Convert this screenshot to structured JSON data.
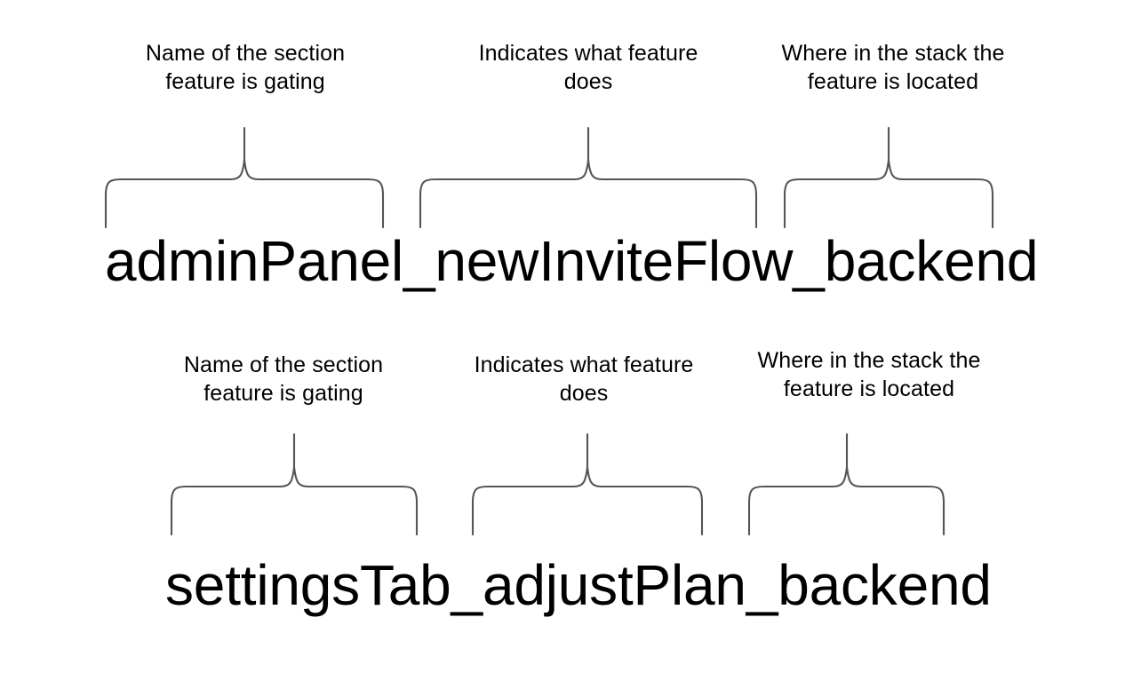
{
  "page": {
    "background_color": "#ffffff",
    "text_color": "#000000",
    "brace_color": "#555555"
  },
  "examples": [
    {
      "id": "example-1",
      "feature_flag": "adminPanel_newInviteFlow_backend",
      "segments": [
        {
          "token": "adminPanel",
          "caption_line_1": "Name of the section",
          "caption_line_2": "feature is gating"
        },
        {
          "token": "newInviteFlow",
          "caption_line_1": "Indicates what feature",
          "caption_line_2": "does"
        },
        {
          "token": "backend",
          "caption_line_1": "Where in the stack the",
          "caption_line_2": "feature is located"
        }
      ]
    },
    {
      "id": "example-2",
      "feature_flag": "settingsTab_adjustPlan_backend",
      "segments": [
        {
          "token": "settingsTab",
          "caption_line_1": "Name of the section",
          "caption_line_2": "feature is gating"
        },
        {
          "token": "adjustPlan",
          "caption_line_1": "Indicates what feature",
          "caption_line_2": "does"
        },
        {
          "token": "backend",
          "caption_line_1": "Where in the stack the",
          "caption_line_2": "feature is located"
        }
      ]
    }
  ]
}
